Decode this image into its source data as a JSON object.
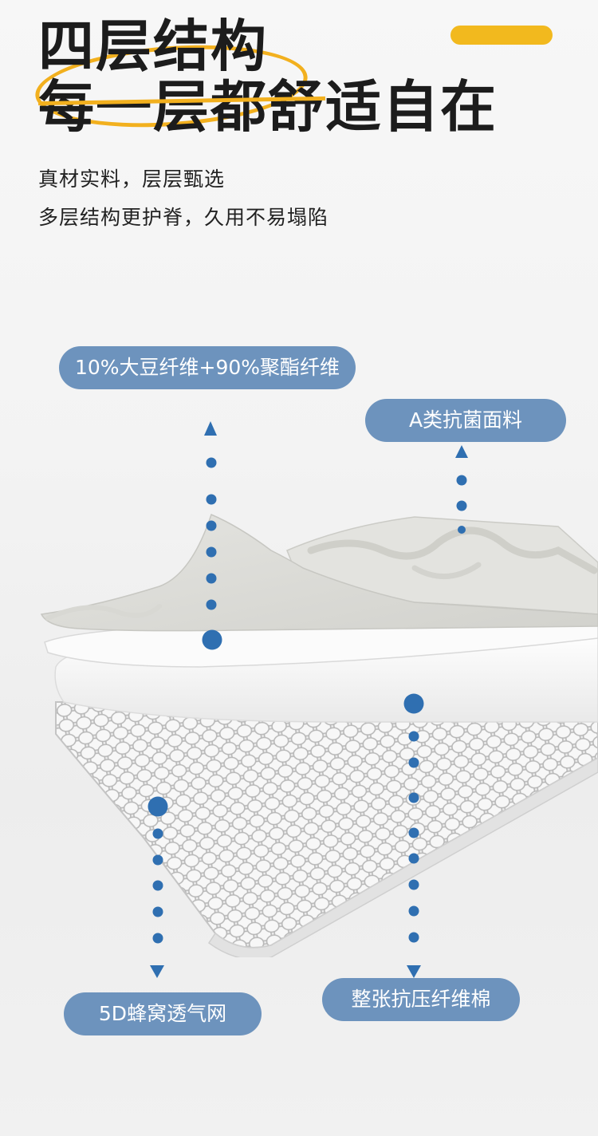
{
  "header": {
    "title_line1": "四层结构",
    "title_line2": "每一层都舒适自在",
    "subtitle_line1": "真材实料，层层甄选",
    "subtitle_line2": "多层结构更护脊，久用不易塌陷"
  },
  "layers": {
    "soy_fiber": "10%大豆纤维+90%聚酯纤维",
    "antibacterial_fabric": "A类抗菌面料",
    "honeycomb_mesh": "5D蜂窝透气网",
    "fiber_cotton": "整张抗压纤维棉"
  },
  "colors": {
    "accent_yellow": "#f2b91e",
    "label_blue": "#6d93bd",
    "marker_blue": "#2f6fb1"
  }
}
